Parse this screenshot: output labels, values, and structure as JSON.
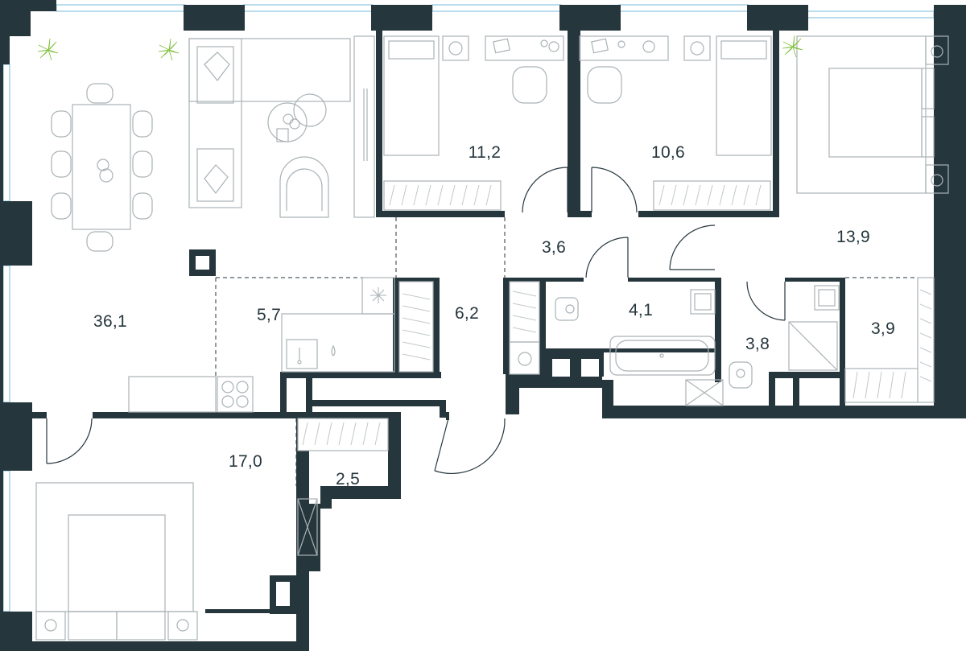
{
  "rooms": [
    {
      "id": "living",
      "area": "36,1"
    },
    {
      "id": "kitchen",
      "area": "5,7"
    },
    {
      "id": "hall",
      "area": "6,2"
    },
    {
      "id": "corridor",
      "area": "3,6"
    },
    {
      "id": "bedroom-1",
      "area": "11,2"
    },
    {
      "id": "bedroom-2",
      "area": "10,6"
    },
    {
      "id": "master-bedroom",
      "area": "13,9"
    },
    {
      "id": "bathroom",
      "area": "4,1"
    },
    {
      "id": "shower-room",
      "area": "3,8"
    },
    {
      "id": "dressing-room",
      "area": "3,9"
    },
    {
      "id": "bedroom-3",
      "area": "17,0"
    },
    {
      "id": "storage",
      "area": "2,5"
    }
  ],
  "colors": {
    "wall": "#26363d",
    "furniture": "#aab2b6",
    "window": "#8ec4e0",
    "plant": "#7fbf3a"
  }
}
